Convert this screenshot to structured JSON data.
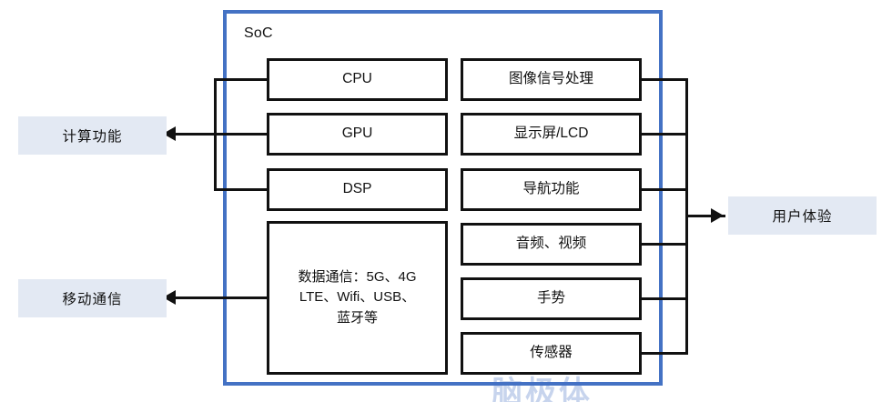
{
  "diagram": {
    "title_visible": false,
    "soc": {
      "label": "SoC",
      "border_color": "#4472C4"
    },
    "compute_blocks": [
      {
        "label": "CPU"
      },
      {
        "label": "GPU"
      },
      {
        "label": "DSP"
      }
    ],
    "comms_block": {
      "line1": "数据通信：5G、4G",
      "line2": "LTE、Wifi、USB、",
      "line3": "蓝牙等"
    },
    "experience_blocks": [
      {
        "label": "图像信号处理"
      },
      {
        "label": "显示屏/LCD"
      },
      {
        "label": "导航功能"
      },
      {
        "label": "音频、视频"
      },
      {
        "label": "手势"
      },
      {
        "label": "传感器"
      }
    ],
    "tags": {
      "compute": "计算功能",
      "mobile": "移动通信",
      "experience": "用户体验"
    },
    "colors": {
      "tag_fill": "#E3E9F3",
      "frame": "#4472C4",
      "stroke": "#111111"
    },
    "watermark": "脑极体"
  }
}
